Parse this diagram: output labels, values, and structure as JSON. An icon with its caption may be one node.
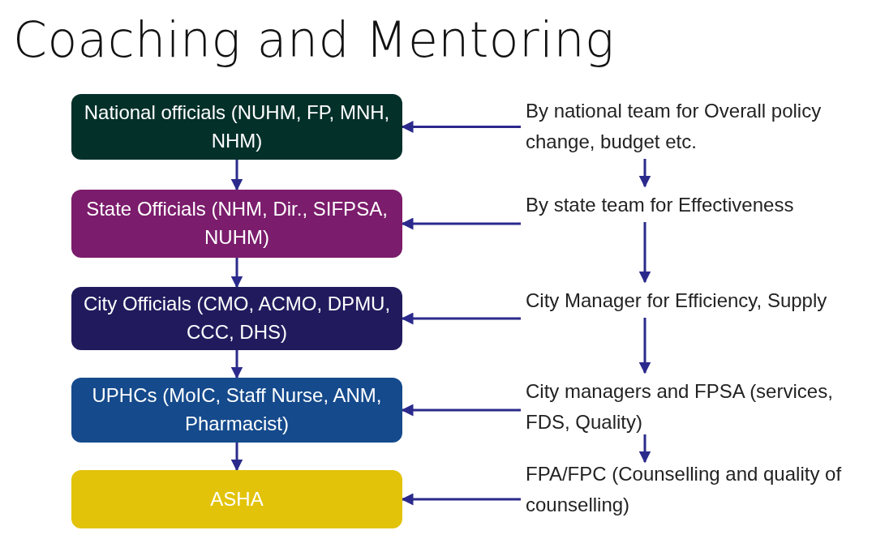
{
  "diagram": {
    "title": "Coaching and Mentoring",
    "nodes": [
      {
        "text": [
          "National officials (NUHM, FP, MNH, NHM)"
        ]
      },
      {
        "text": [
          "State Officials (NHM, Dir., SIFPSA, NUHM)"
        ]
      },
      {
        "text": [
          "City Officials (CMO, ACMO, DPMU, CCC, DHS)"
        ]
      },
      {
        "text": [
          "UPHCs (MoIC, Staff Nurse, ANM, Pharmacist)"
        ]
      },
      {
        "text": [
          "ASHA"
        ]
      },
      {
        "text": [
          "By national team for Overall policy change, budget etc."
        ]
      },
      {
        "text": [
          "By state team for Effectiveness"
        ]
      },
      {
        "text": [
          "City Manager for Efficiency, Supply"
        ]
      },
      {
        "text": [
          "City managers and FPSA (services, FDS, Quality)"
        ]
      },
      {
        "text": [
          "FPA/FPC (Counselling and quality of counselling)"
        ]
      }
    ],
    "edges": [
      {
        "from": 0,
        "to": 1,
        "arrow": "to"
      },
      {
        "from": 1,
        "to": 2,
        "arrow": "to"
      },
      {
        "from": 2,
        "to": 3,
        "arrow": "to"
      },
      {
        "from": 3,
        "to": 4,
        "arrow": "to"
      },
      {
        "from": 5,
        "to": 0,
        "arrow": "to"
      },
      {
        "from": 6,
        "to": 1,
        "arrow": "to"
      },
      {
        "from": 7,
        "to": 2,
        "arrow": "to"
      },
      {
        "from": 8,
        "to": 3,
        "arrow": "to"
      },
      {
        "from": 9,
        "to": 4,
        "arrow": "to"
      },
      {
        "from": 5,
        "to": 6,
        "arrow": "to"
      },
      {
        "from": 6,
        "to": 7,
        "arrow": "to"
      },
      {
        "from": 7,
        "to": 8,
        "arrow": "to"
      },
      {
        "from": 8,
        "to": 9,
        "arrow": "to"
      }
    ]
  }
}
